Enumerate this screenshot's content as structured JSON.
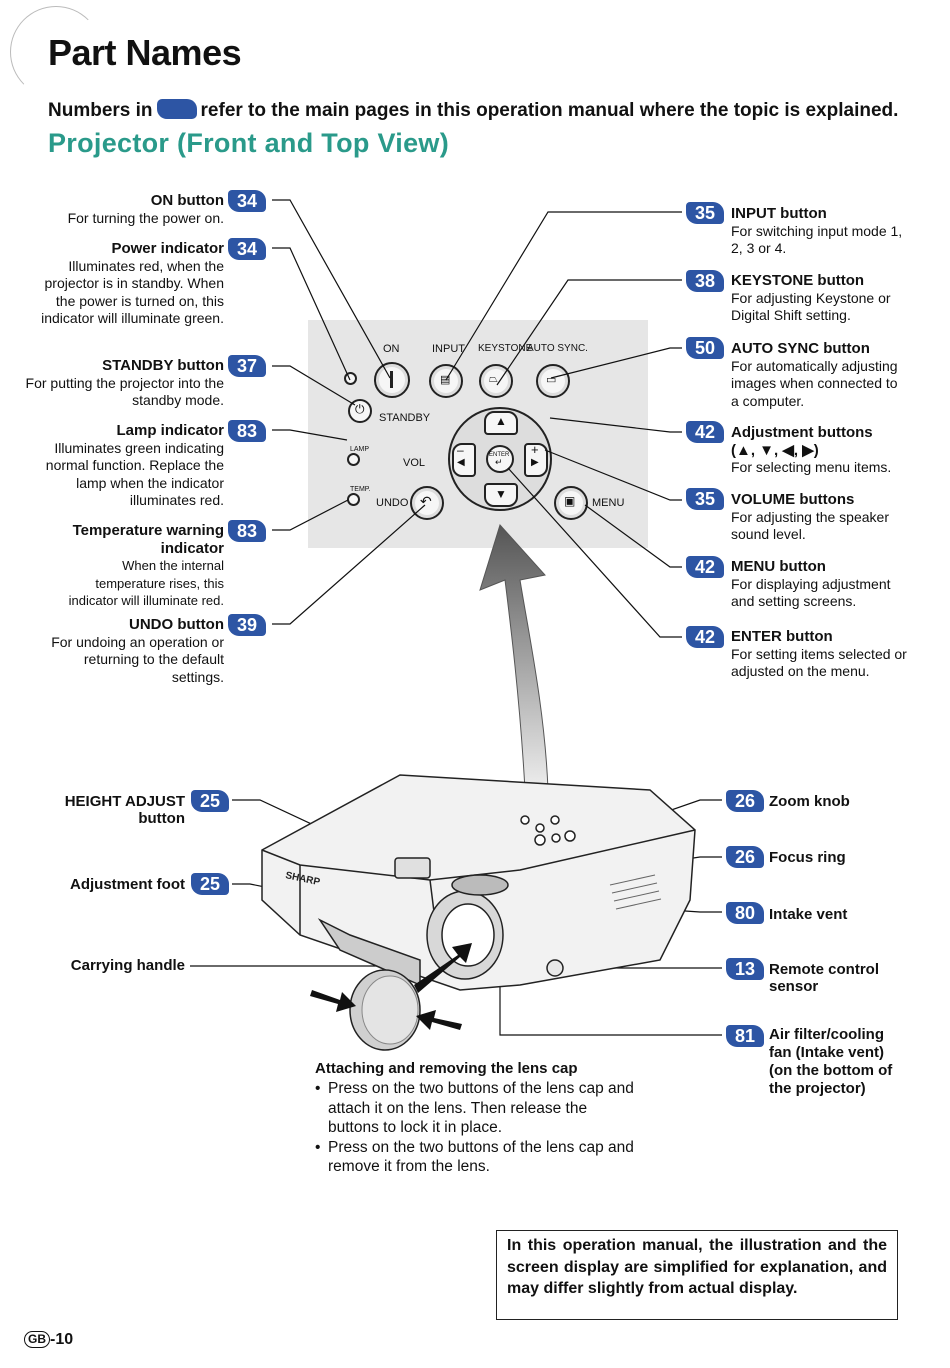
{
  "page": {
    "title": "Part Names",
    "intro_before": "Numbers in",
    "intro_after": "refer to the main pages in this operation manual where the topic is explained.",
    "subtitle": "Projector (Front and Top View)"
  },
  "left_items": [
    {
      "page": "34",
      "title": "ON button",
      "desc": "For turning the power on."
    },
    {
      "page": "34",
      "title": "Power indicator",
      "desc": "Illuminates red, when the projector is in standby. When the power is turned on, this indicator will illuminate green."
    },
    {
      "page": "37",
      "title": "STANDBY button",
      "desc": "For putting the projector into the standby mode."
    },
    {
      "page": "83",
      "title": "Lamp indicator",
      "desc": "Illuminates green indicating normal function. Replace the lamp when the indicator illuminates red."
    },
    {
      "page": "83",
      "title": "Temperature warning indicator",
      "desc": "When the internal temperature rises, this indicator will illuminate red."
    },
    {
      "page": "39",
      "title": "UNDO button",
      "desc": "For undoing an operation or returning to the default settings."
    }
  ],
  "right_items": [
    {
      "page": "35",
      "title": "INPUT button",
      "desc": "For switching input mode 1, 2, 3 or 4."
    },
    {
      "page": "38",
      "title": "KEYSTONE button",
      "desc": "For adjusting Keystone or Digital Shift setting."
    },
    {
      "page": "50",
      "title": "AUTO SYNC button",
      "desc": "For automatically adjusting images when connected to a computer."
    },
    {
      "page": "42",
      "title": "Adjustment buttons",
      "title2": "(▲, ▼, ◀, ▶)",
      "desc": "For selecting menu items."
    },
    {
      "page": "35",
      "title": "VOLUME buttons",
      "desc": "For adjusting the speaker sound level."
    },
    {
      "page": "42",
      "title": "MENU button",
      "desc": "For displaying adjustment and setting screens."
    },
    {
      "page": "42",
      "title": "ENTER button",
      "desc": "For setting items selected or adjusted on the menu."
    }
  ],
  "panel_labels": {
    "on": "ON",
    "input": "INPUT",
    "keystone": "KEYSTONE",
    "auto_sync": "AUTO SYNC.",
    "standby": "STANDBY",
    "lamp": "LAMP",
    "temp": "TEMP.",
    "vol": "VOL",
    "undo": "UNDO",
    "menu": "MENU",
    "enter": "ENTER",
    "plus": "+",
    "minus": "–"
  },
  "bottom_left": [
    {
      "page": "25",
      "title": "HEIGHT ADJUST",
      "title2": "button"
    },
    {
      "page": "25",
      "title": "Adjustment foot"
    },
    {
      "title": "Carrying handle"
    }
  ],
  "bottom_right": [
    {
      "page": "26",
      "title": "Zoom knob"
    },
    {
      "page": "26",
      "title": "Focus ring"
    },
    {
      "page": "80",
      "title": "Intake vent"
    },
    {
      "page": "13",
      "title": "Remote control",
      "title2": "sensor"
    },
    {
      "page": "81",
      "title": "Air filter/cooling",
      "title2": "fan (Intake vent)",
      "title3": "(on the bottom of",
      "title4": "the projector)"
    }
  ],
  "brand": "SHARP",
  "lens_cap": {
    "title": "Attaching and removing the lens cap",
    "bullets": [
      "Press on the two buttons of the lens cap and attach it on the lens. Then release the buttons to lock it in place.",
      "Press on the two buttons of the lens cap and remove it from the lens."
    ]
  },
  "note": "In this operation manual, the illustration and the screen display are simplified for explanation, and may differ slightly from actual display.",
  "footer": {
    "region": "GB",
    "page": "-10"
  }
}
